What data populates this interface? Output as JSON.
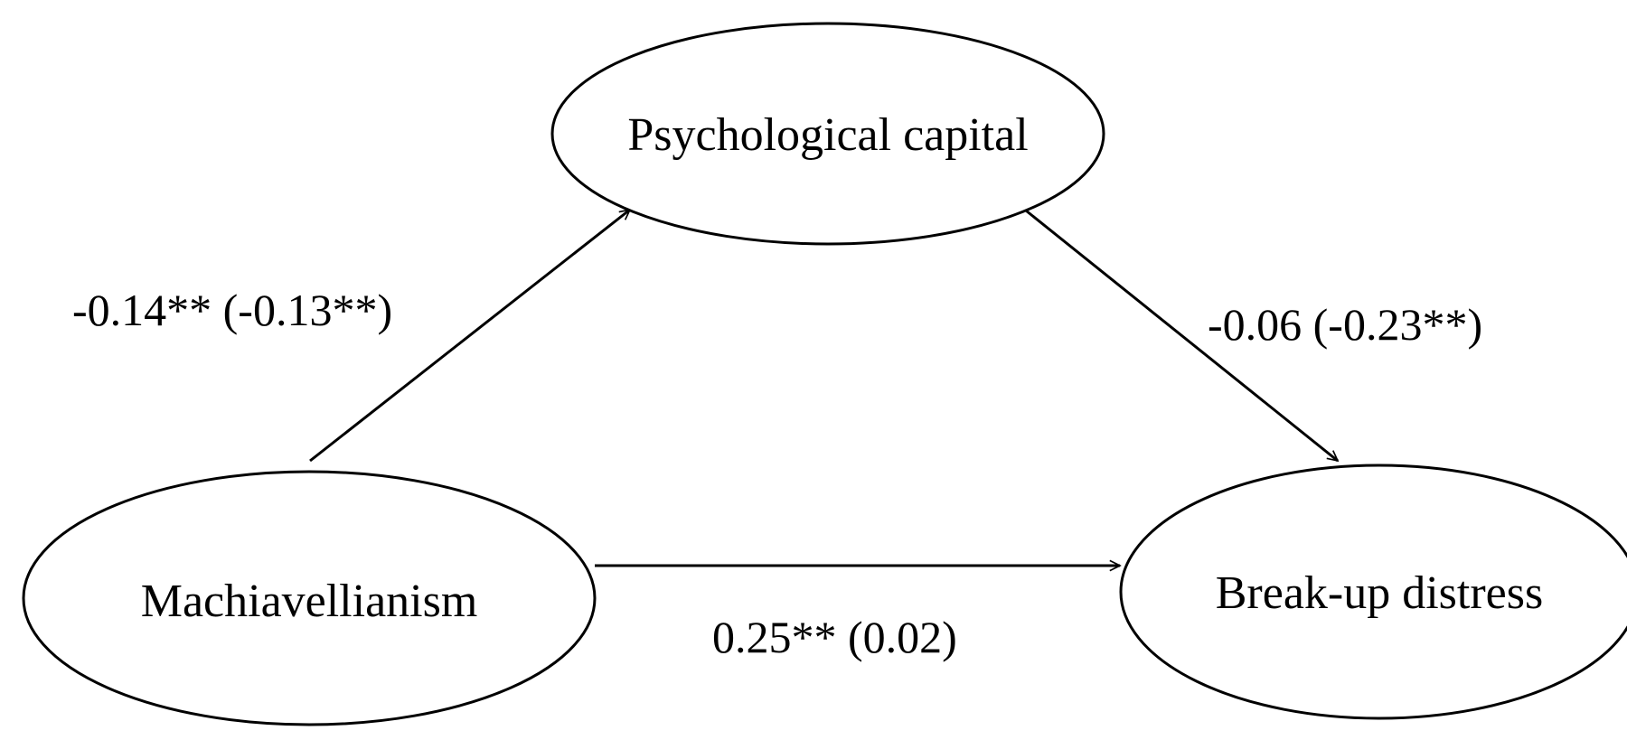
{
  "nodes": {
    "psychological_capital": {
      "label": "Psychological capital"
    },
    "machiavellianism": {
      "label": "Machiavellianism"
    },
    "breakup_distress": {
      "label": "Break-up distress"
    }
  },
  "edges": {
    "mach_to_psycap": {
      "label": "-0.14** (-0.13**)"
    },
    "psycap_to_distress": {
      "label": "-0.06 (-0.23**)"
    },
    "mach_to_distress": {
      "label": "0.25** (0.02)"
    }
  }
}
